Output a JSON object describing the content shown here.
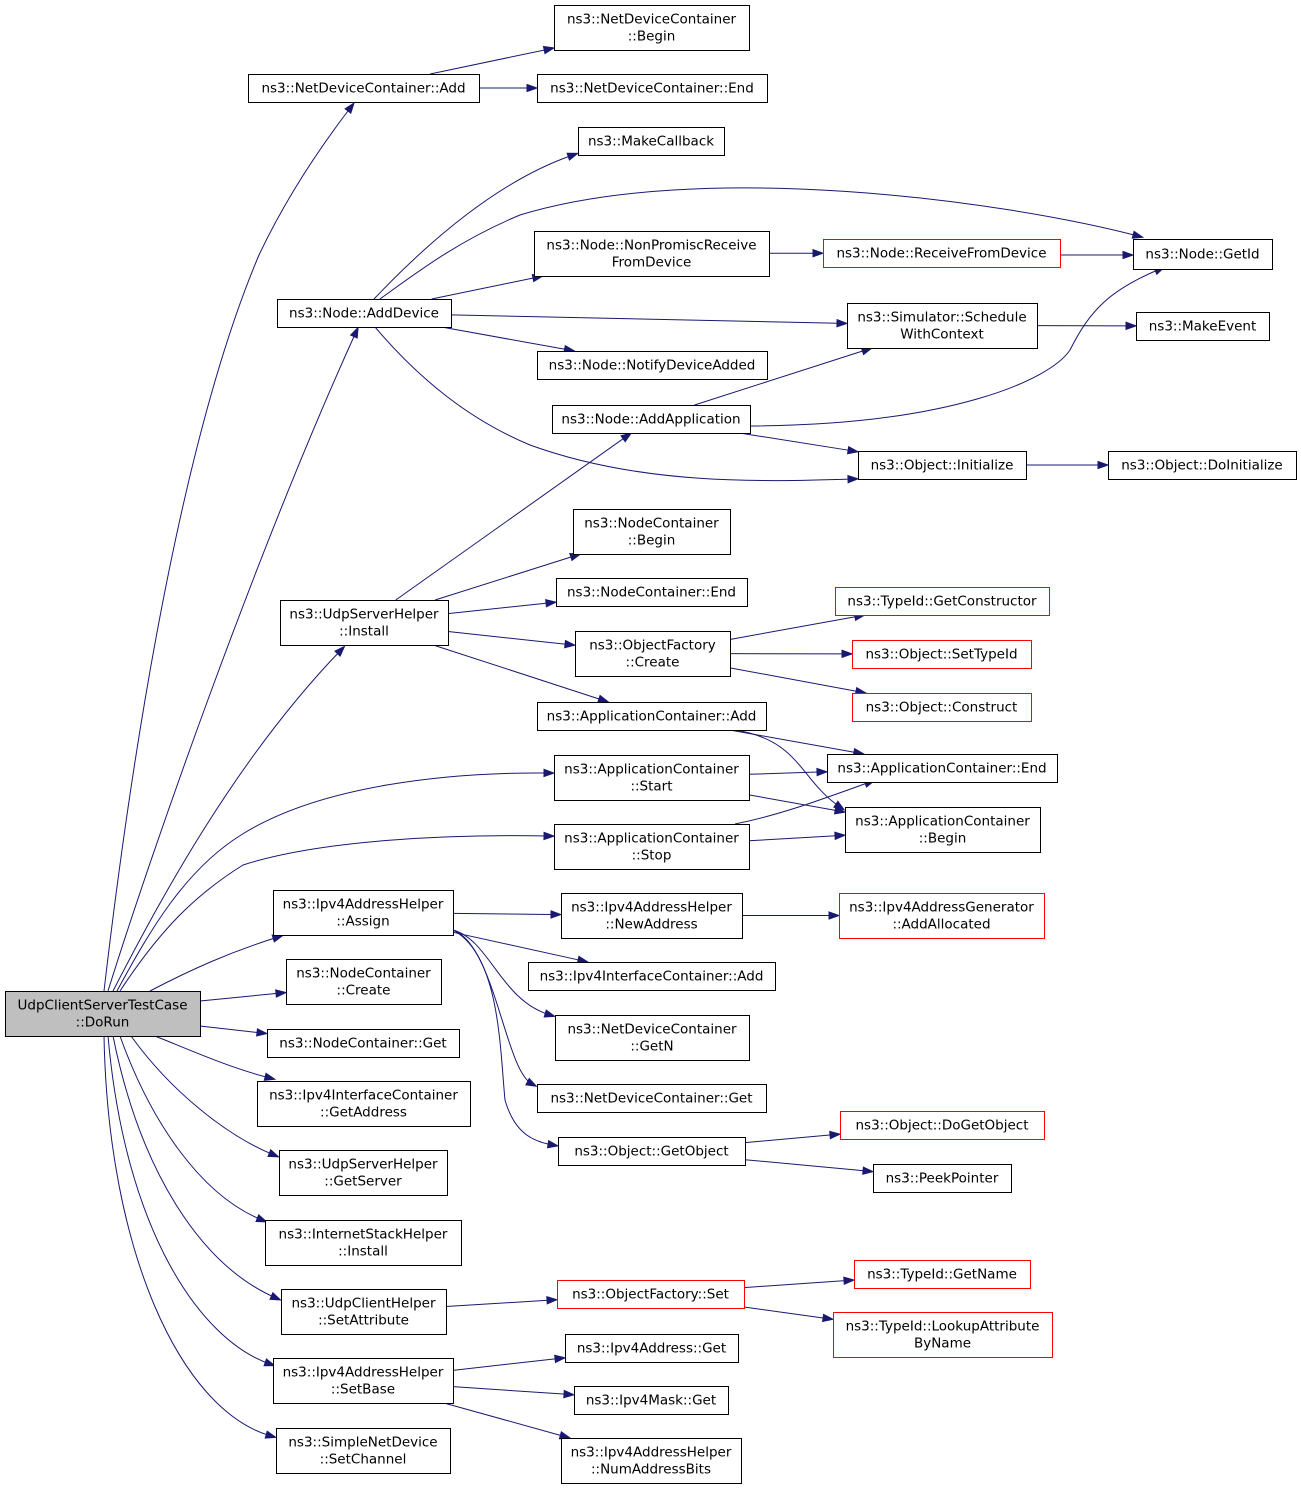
{
  "nodes": [
    {
      "id": "n0",
      "lines": [
        "UdpClientServerTestCase",
        "::DoRun"
      ],
      "style": "root"
    },
    {
      "id": "n1",
      "lines": [
        "ns3::NetDeviceContainer::Add"
      ]
    },
    {
      "id": "n2",
      "lines": [
        "ns3::NetDeviceContainer",
        "::Begin"
      ]
    },
    {
      "id": "n3",
      "lines": [
        "ns3::NetDeviceContainer::End"
      ]
    },
    {
      "id": "n4",
      "lines": [
        "ns3::Node::AddDevice"
      ]
    },
    {
      "id": "n5",
      "lines": [
        "ns3::MakeCallback"
      ]
    },
    {
      "id": "n6",
      "lines": [
        "ns3::Node::GetId"
      ]
    },
    {
      "id": "n7",
      "lines": [
        "ns3::Node::NonPromiscReceive",
        "FromDevice"
      ]
    },
    {
      "id": "n8",
      "lines": [
        "ns3::Node::ReceiveFromDevice"
      ],
      "style": "red"
    },
    {
      "id": "n9",
      "lines": [
        "ns3::Simulator::Schedule",
        "WithContext"
      ]
    },
    {
      "id": "n10",
      "lines": [
        "ns3::MakeEvent"
      ]
    },
    {
      "id": "n11",
      "lines": [
        "ns3::Node::NotifyDeviceAdded"
      ]
    },
    {
      "id": "n12",
      "lines": [
        "ns3::Object::Initialize"
      ]
    },
    {
      "id": "n13",
      "lines": [
        "ns3::Object::DoInitialize"
      ]
    },
    {
      "id": "n14",
      "lines": [
        "ns3::UdpServerHelper",
        "::Install"
      ]
    },
    {
      "id": "n15",
      "lines": [
        "ns3::Node::AddApplication"
      ]
    },
    {
      "id": "n16",
      "lines": [
        "ns3::NodeContainer",
        "::Begin"
      ]
    },
    {
      "id": "n17",
      "lines": [
        "ns3::NodeContainer::End"
      ]
    },
    {
      "id": "n18",
      "lines": [
        "ns3::ObjectFactory",
        "::Create"
      ]
    },
    {
      "id": "n19",
      "lines": [
        "ns3::TypeId::GetConstructor"
      ],
      "style": "red"
    },
    {
      "id": "n20",
      "lines": [
        "ns3::Object::SetTypeId"
      ],
      "style": "red"
    },
    {
      "id": "n21",
      "lines": [
        "ns3::Object::Construct"
      ],
      "style": "red"
    },
    {
      "id": "n22",
      "lines": [
        "ns3::ApplicationContainer::Add"
      ]
    },
    {
      "id": "n23",
      "lines": [
        "ns3::ApplicationContainer::End"
      ]
    },
    {
      "id": "n24",
      "lines": [
        "ns3::ApplicationContainer",
        "::Begin"
      ]
    },
    {
      "id": "n25",
      "lines": [
        "ns3::ApplicationContainer",
        "::Start"
      ]
    },
    {
      "id": "n26",
      "lines": [
        "ns3::ApplicationContainer",
        "::Stop"
      ]
    },
    {
      "id": "n27",
      "lines": [
        "ns3::Ipv4AddressHelper",
        "::Assign"
      ]
    },
    {
      "id": "n28",
      "lines": [
        "ns3::Ipv4AddressHelper",
        "::NewAddress"
      ]
    },
    {
      "id": "n29",
      "lines": [
        "ns3::Ipv4AddressGenerator",
        "::AddAllocated"
      ],
      "style": "red"
    },
    {
      "id": "n30",
      "lines": [
        "ns3::Ipv4InterfaceContainer::Add"
      ]
    },
    {
      "id": "n31",
      "lines": [
        "ns3::NetDeviceContainer",
        "::GetN"
      ]
    },
    {
      "id": "n32",
      "lines": [
        "ns3::NetDeviceContainer::Get"
      ]
    },
    {
      "id": "n33",
      "lines": [
        "ns3::Object::GetObject"
      ]
    },
    {
      "id": "n34",
      "lines": [
        "ns3::Object::DoGetObject"
      ],
      "style": "red"
    },
    {
      "id": "n35",
      "lines": [
        "ns3::PeekPointer"
      ]
    },
    {
      "id": "n36",
      "lines": [
        "ns3::NodeContainer",
        "::Create"
      ]
    },
    {
      "id": "n37",
      "lines": [
        "ns3::NodeContainer::Get"
      ]
    },
    {
      "id": "n38",
      "lines": [
        "ns3::Ipv4InterfaceContainer",
        "::GetAddress"
      ]
    },
    {
      "id": "n39",
      "lines": [
        "ns3::UdpServerHelper",
        "::GetServer"
      ]
    },
    {
      "id": "n40",
      "lines": [
        "ns3::InternetStackHelper",
        "::Install"
      ]
    },
    {
      "id": "n41",
      "lines": [
        "ns3::UdpClientHelper",
        "::SetAttribute"
      ]
    },
    {
      "id": "n42",
      "lines": [
        "ns3::ObjectFactory::Set"
      ],
      "style": "red"
    },
    {
      "id": "n43",
      "lines": [
        "ns3::TypeId::GetName"
      ],
      "style": "red"
    },
    {
      "id": "n44",
      "lines": [
        "ns3::TypeId::LookupAttribute",
        "ByName"
      ],
      "style": "red"
    },
    {
      "id": "n45",
      "lines": [
        "ns3::Ipv4AddressHelper",
        "::SetBase"
      ]
    },
    {
      "id": "n46",
      "lines": [
        "ns3::Ipv4Address::Get"
      ]
    },
    {
      "id": "n47",
      "lines": [
        "ns3::Ipv4Mask::Get"
      ]
    },
    {
      "id": "n48",
      "lines": [
        "ns3::Ipv4AddressHelper",
        "::NumAddressBits"
      ]
    },
    {
      "id": "n49",
      "lines": [
        "ns3::SimpleNetDevice",
        "::SetChannel"
      ]
    }
  ],
  "edges": [
    [
      "n0",
      "n1"
    ],
    [
      "n1",
      "n2"
    ],
    [
      "n1",
      "n3"
    ],
    [
      "n0",
      "n4"
    ],
    [
      "n4",
      "n5"
    ],
    [
      "n4",
      "n6"
    ],
    [
      "n4",
      "n7"
    ],
    [
      "n7",
      "n8"
    ],
    [
      "n8",
      "n6"
    ],
    [
      "n4",
      "n9"
    ],
    [
      "n9",
      "n10"
    ],
    [
      "n4",
      "n11"
    ],
    [
      "n4",
      "n12"
    ],
    [
      "n12",
      "n13"
    ],
    [
      "n0",
      "n14"
    ],
    [
      "n14",
      "n15"
    ],
    [
      "n15",
      "n9"
    ],
    [
      "n15",
      "n6"
    ],
    [
      "n15",
      "n12"
    ],
    [
      "n14",
      "n16"
    ],
    [
      "n14",
      "n17"
    ],
    [
      "n14",
      "n18"
    ],
    [
      "n18",
      "n19"
    ],
    [
      "n18",
      "n20"
    ],
    [
      "n18",
      "n21"
    ],
    [
      "n14",
      "n22"
    ],
    [
      "n22",
      "n23"
    ],
    [
      "n22",
      "n24"
    ],
    [
      "n0",
      "n25"
    ],
    [
      "n25",
      "n23"
    ],
    [
      "n25",
      "n24"
    ],
    [
      "n0",
      "n26"
    ],
    [
      "n26",
      "n23"
    ],
    [
      "n26",
      "n24"
    ],
    [
      "n0",
      "n27"
    ],
    [
      "n27",
      "n28"
    ],
    [
      "n28",
      "n29"
    ],
    [
      "n27",
      "n30"
    ],
    [
      "n27",
      "n31"
    ],
    [
      "n27",
      "n32"
    ],
    [
      "n27",
      "n33"
    ],
    [
      "n33",
      "n34"
    ],
    [
      "n33",
      "n35"
    ],
    [
      "n0",
      "n36"
    ],
    [
      "n0",
      "n37"
    ],
    [
      "n0",
      "n38"
    ],
    [
      "n0",
      "n39"
    ],
    [
      "n0",
      "n40"
    ],
    [
      "n0",
      "n41"
    ],
    [
      "n41",
      "n42"
    ],
    [
      "n42",
      "n43"
    ],
    [
      "n42",
      "n44"
    ],
    [
      "n0",
      "n45"
    ],
    [
      "n45",
      "n46"
    ],
    [
      "n45",
      "n47"
    ],
    [
      "n45",
      "n48"
    ],
    [
      "n0",
      "n49"
    ]
  ]
}
